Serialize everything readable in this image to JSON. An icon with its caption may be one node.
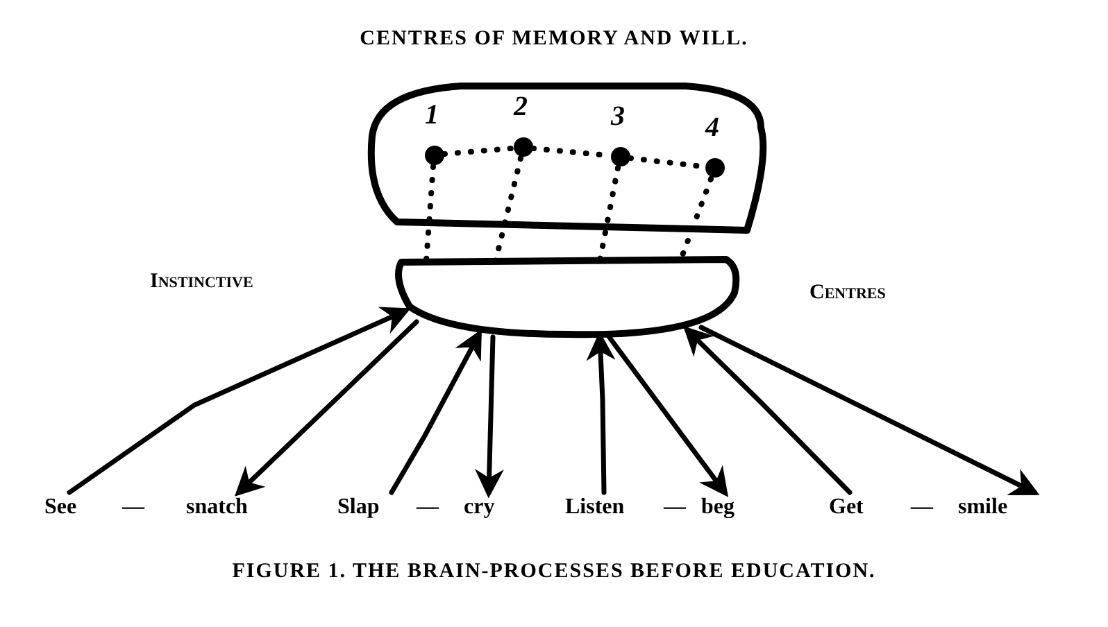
{
  "diagram": {
    "title": "CENTRES OF MEMORY AND WILL.",
    "caption": "FIGURE 1. THE BRAIN-PROCESSES BEFORE EDUCATION.",
    "nodes": [
      {
        "text": [],
        "shape": "box"
      },
      {
        "text": [
          "1"
        ],
        "in": 0
      },
      {
        "text": [
          "2"
        ],
        "in": 0
      },
      {
        "text": [
          "3"
        ],
        "in": 0
      },
      {
        "text": [
          "4"
        ],
        "in": 0
      },
      {
        "text": [],
        "shape": "box"
      },
      {
        "text": [
          "See"
        ]
      },
      {
        "text": [
          "snatch"
        ]
      },
      {
        "text": [
          "Slap"
        ]
      },
      {
        "text": [
          "cry"
        ]
      },
      {
        "text": [
          "Listen"
        ]
      },
      {
        "text": [
          "beg"
        ]
      },
      {
        "text": [
          "Get"
        ]
      },
      {
        "text": [
          "smile"
        ]
      }
    ],
    "edges": [
      {
        "from": 1,
        "to": 2,
        "arrow": "none",
        "style": "dashed"
      },
      {
        "from": 2,
        "to": 3,
        "arrow": "none",
        "style": "dashed"
      },
      {
        "from": 3,
        "to": 4,
        "arrow": "none",
        "style": "dashed"
      },
      {
        "from": 1,
        "to": 5,
        "arrow": "none",
        "style": "dashed"
      },
      {
        "from": 2,
        "to": 5,
        "arrow": "none",
        "style": "dashed"
      },
      {
        "from": 3,
        "to": 5,
        "arrow": "none",
        "style": "dashed"
      },
      {
        "from": 4,
        "to": 5,
        "arrow": "none",
        "style": "dashed"
      },
      {
        "from": 6,
        "to": 5,
        "arrow": "to"
      },
      {
        "from": 5,
        "to": 7,
        "arrow": "to"
      },
      {
        "from": 8,
        "to": 5,
        "arrow": "to"
      },
      {
        "from": 5,
        "to": 9,
        "arrow": "to"
      },
      {
        "from": 10,
        "to": 5,
        "arrow": "to"
      },
      {
        "from": 5,
        "to": 11,
        "arrow": "to"
      },
      {
        "from": 12,
        "to": 5,
        "arrow": "to"
      },
      {
        "from": 5,
        "to": 13,
        "arrow": "to"
      }
    ],
    "labels": [
      "Instinctive",
      "Centres",
      "—",
      "—",
      "—",
      "—"
    ]
  }
}
